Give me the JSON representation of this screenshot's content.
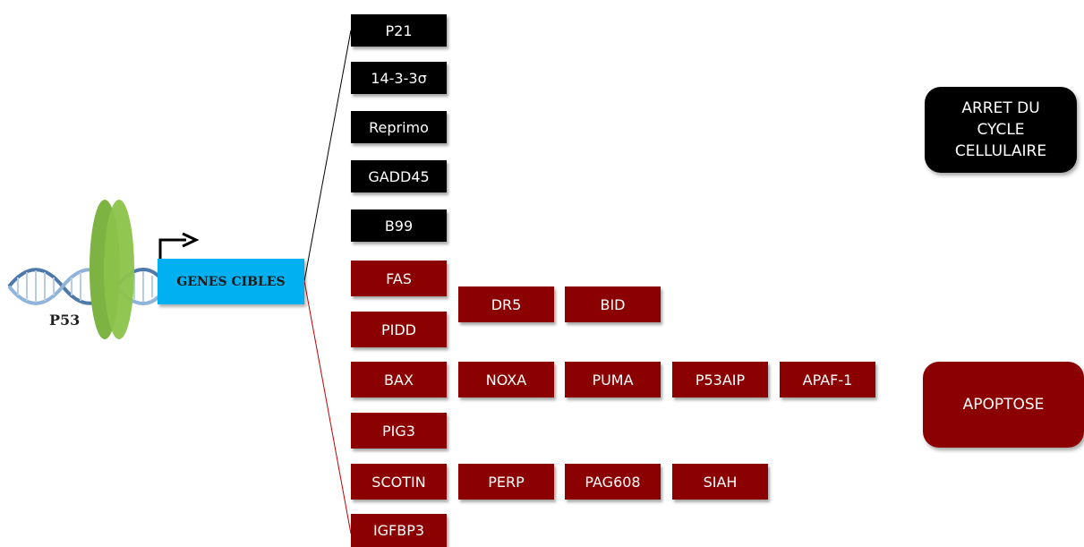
{
  "left": {
    "protein_label": "P53",
    "target_genes_label": "GENES CIBLES"
  },
  "cycle_genes": [
    "P21",
    "14-3-3σ",
    "Reprimo",
    "GADD45",
    "B99"
  ],
  "apoptosis_rows": [
    [
      "FAS",
      "DR5",
      "BID"
    ],
    [
      "PIDD"
    ],
    [
      "BAX",
      "NOXA",
      "PUMA",
      "P53AIP",
      "APAF-1"
    ],
    [
      "PIG3"
    ],
    [
      "SCOTIN",
      "PERP",
      "PAG608",
      "SIAH"
    ],
    [
      "IGFBP3"
    ]
  ],
  "outcomes": {
    "cycle_arrest": "ARRET DU\nCYCLE\nCELLULAIRE",
    "apoptosis": "APOPTOSE"
  },
  "colors": {
    "black_box": "#000000",
    "red_box": "#8b0000",
    "genes_box": "#00b0f0",
    "protein": "#7cb342",
    "dna": "#4f79a8"
  }
}
